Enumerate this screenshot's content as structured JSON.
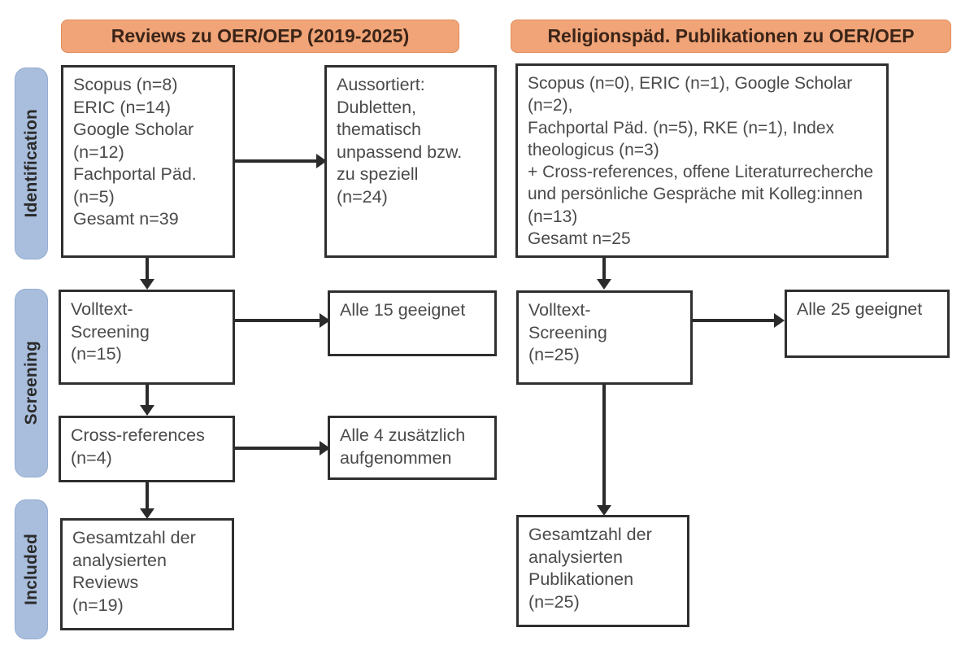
{
  "figure": {
    "type": "prisma-flow-diagram"
  },
  "stages": [
    {
      "id": "identification",
      "label": "Identification"
    },
    {
      "id": "screening",
      "label": "Screening"
    },
    {
      "id": "included",
      "label": "Included"
    }
  ],
  "columns": [
    {
      "id": "left",
      "header": "Reviews zu OER/OEP (2019-2025)"
    },
    {
      "id": "right",
      "header": "Religionspäd. Publikationen zu OER/OEP"
    }
  ],
  "left_column": {
    "identification_box": "Scopus (n=8)\nERIC (n=14)\nGoogle Scholar\n(n=12)\nFachportal Päd.\n(n=5)\nGesamt n=39",
    "excluded_box": "Aussortiert:\nDubletten,\nthematisch\nunpassend bzw.\nzu speziell\n(n=24)",
    "fulltext_box": "Volltext-\nScreening\n(n=15)",
    "fulltext_result_box": "Alle 15 geeignet",
    "crossref_box": "Cross-references\n(n=4)",
    "crossref_result_box": "Alle 4 zusätzlich\naufgenommen",
    "included_box": "Gesamtzahl der\nanalysierten\nReviews\n(n=19)"
  },
  "right_column": {
    "identification_box": "Scopus (n=0), ERIC (n=1), Google Scholar (n=2),\nFachportal Päd. (n=5), RKE (n=1), Index\ntheologicus (n=3)\n+ Cross-references, offene Literaturrecherche\nund persönliche Gespräche mit Kolleg:innen\n(n=13)\nGesamt n=25",
    "fulltext_box": "Volltext-\nScreening\n(n=25)",
    "fulltext_result_box": "Alle 25 geeignet",
    "included_box": "Gesamtzahl der\nanalysierten\nPublikationen\n(n=25)"
  },
  "colors": {
    "header_orange": "#f0a477",
    "stage_blue": "#a9bedd",
    "box_border": "#2f2f2f",
    "text": "#4a4a4a"
  }
}
